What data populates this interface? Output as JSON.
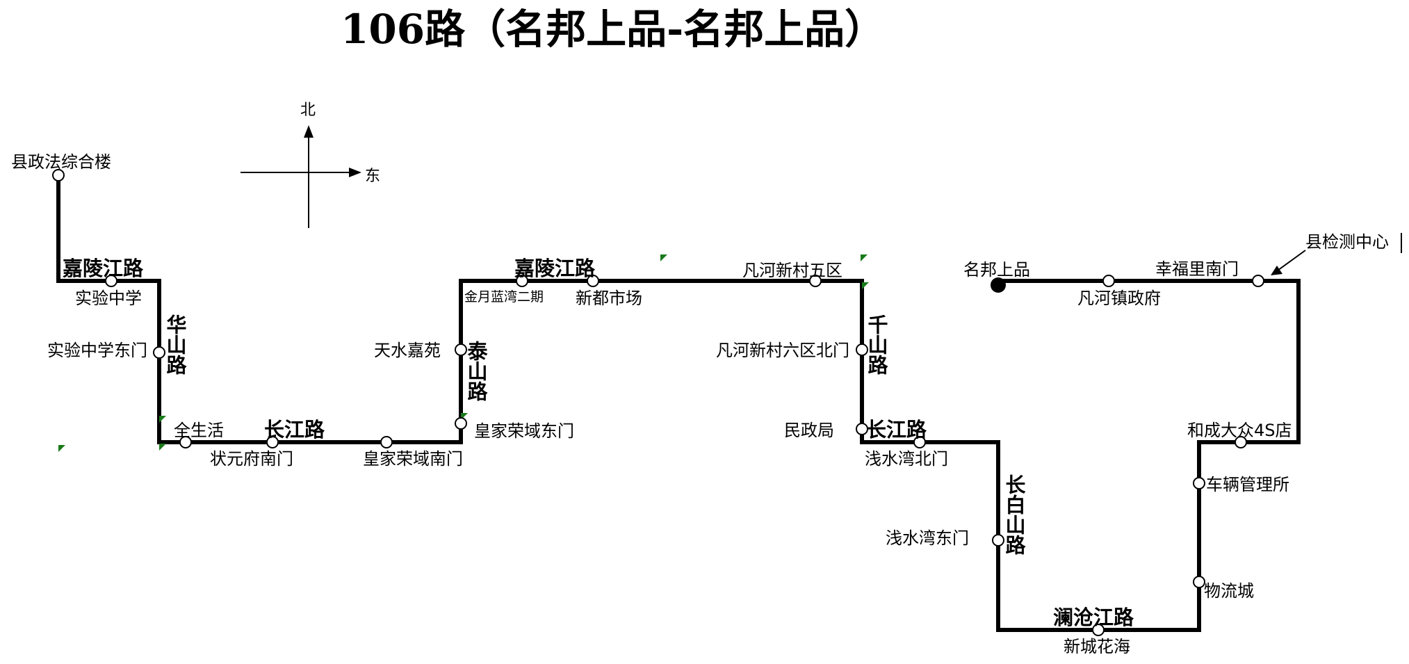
{
  "title": "106路（名邦上品-名邦上品）",
  "compass": {
    "north": "北",
    "east": "东"
  },
  "stops": {
    "s1": "县政法综合楼",
    "s2": "实验中学",
    "s3": "实验中学东门",
    "s4": "全生活",
    "s5": "状元府南门",
    "s6": "皇家荣域南门",
    "s7": "皇家荣域东门",
    "s8": "天水嘉苑",
    "s9": "金月蓝湾二期",
    "s10": "新都市场",
    "s11": "凡河新村五区",
    "s12": "凡河新村六区北门",
    "s13": "民政局",
    "s14": "浅水湾北门",
    "s15": "浅水湾东门",
    "s16": "新城花海",
    "s17": "物流城",
    "s18": "车辆管理所",
    "s19": "和成大众4S店",
    "s20": "县检测中心",
    "s21": "幸福里南门",
    "s22": "凡河镇政府",
    "s23": "名邦上品"
  },
  "roads": {
    "r1": "嘉陵江路",
    "r2": "华山路",
    "r3": "长江路",
    "r4": "泰山路",
    "r5": "嘉陵江路",
    "r6": "千山路",
    "r7": "长江路",
    "r8": "长白山路",
    "r9": "澜沧江路"
  },
  "colors": {
    "line": "#000000",
    "marker": "#1a7a1a"
  }
}
